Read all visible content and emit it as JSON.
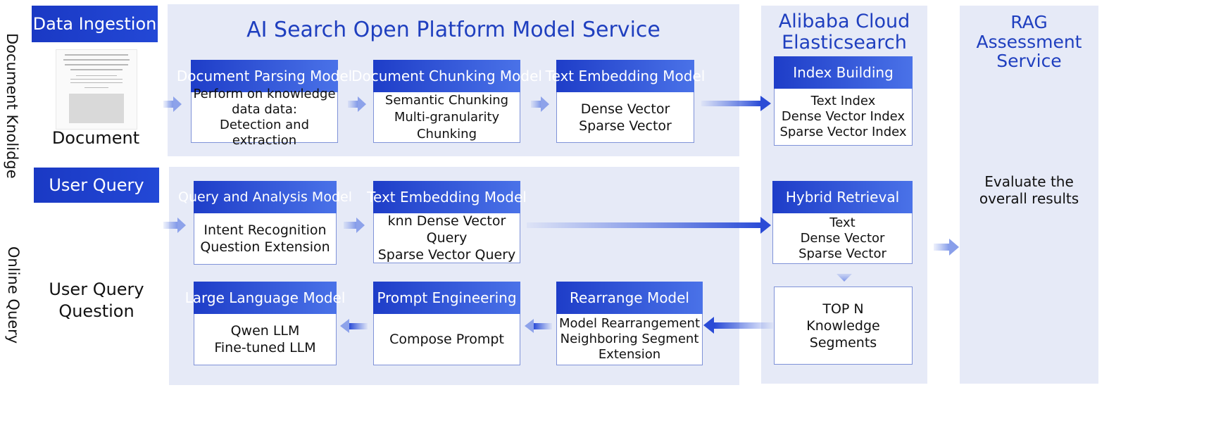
{
  "panels": {
    "ai_search": {
      "title": "AI Search Open Platform Model Service"
    },
    "elasticsearch": {
      "title_line1": "Alibaba Cloud",
      "title_line2": "Elasticsearch"
    },
    "rag": {
      "title_line1": "RAG Assessment",
      "title_line2": "Service",
      "body_line1": "Evaluate the",
      "body_line2": "overall results"
    }
  },
  "left": {
    "data_ingestion": "Data Ingestion",
    "document_label": "Document",
    "side_top": "Document Knolidge",
    "user_query": "User Query",
    "user_query_question_line1": "User Query",
    "user_query_question_line2": "Question",
    "side_bottom": "Online Query"
  },
  "boxes": {
    "doc_parsing": {
      "head": "Document Parsing Model",
      "lines": [
        "Perform on knowledge",
        "data data:",
        "Detection and extraction"
      ]
    },
    "doc_chunking": {
      "head": "Document Chunking Model",
      "lines": [
        "Semantic Chunking",
        "Multi-granularity Chunking"
      ]
    },
    "text_embed_top": {
      "head": "Text Embedding Model",
      "lines": [
        "Dense Vector",
        "Sparse Vector"
      ]
    },
    "index_building": {
      "head": "Index Building",
      "lines": [
        "Text Index",
        "Dense Vector Index",
        "Sparse Vector Index"
      ]
    },
    "query_analysis": {
      "head": "Query and Analysis Model",
      "lines": [
        "Intent Recognition",
        "Question Extension"
      ]
    },
    "text_embed_mid": {
      "head": "Text Embedding Model",
      "lines": [
        "knn Dense Vector Query",
        "Sparse Vector Query"
      ]
    },
    "hybrid_retrieval": {
      "head": "Hybrid Retrieval",
      "lines": [
        "Text",
        "Dense Vector",
        "Sparse Vector"
      ]
    },
    "top_n": {
      "lines": [
        "TOP N",
        "Knowledge Segments"
      ]
    },
    "llm": {
      "head": "Large Language Model",
      "lines": [
        "Qwen LLM",
        "Fine-tuned LLM"
      ]
    },
    "prompt": {
      "head": "Prompt Engineering",
      "lines": [
        "Compose Prompt"
      ]
    },
    "rearrange": {
      "head": "Rearrange Model",
      "lines": [
        "Model Rearrangement",
        "Neighboring Segment",
        "Extension"
      ]
    }
  },
  "colors": {
    "accent": "#1f3fbf",
    "panel": "#e6eaf7",
    "box_border": "#7f92d8"
  }
}
